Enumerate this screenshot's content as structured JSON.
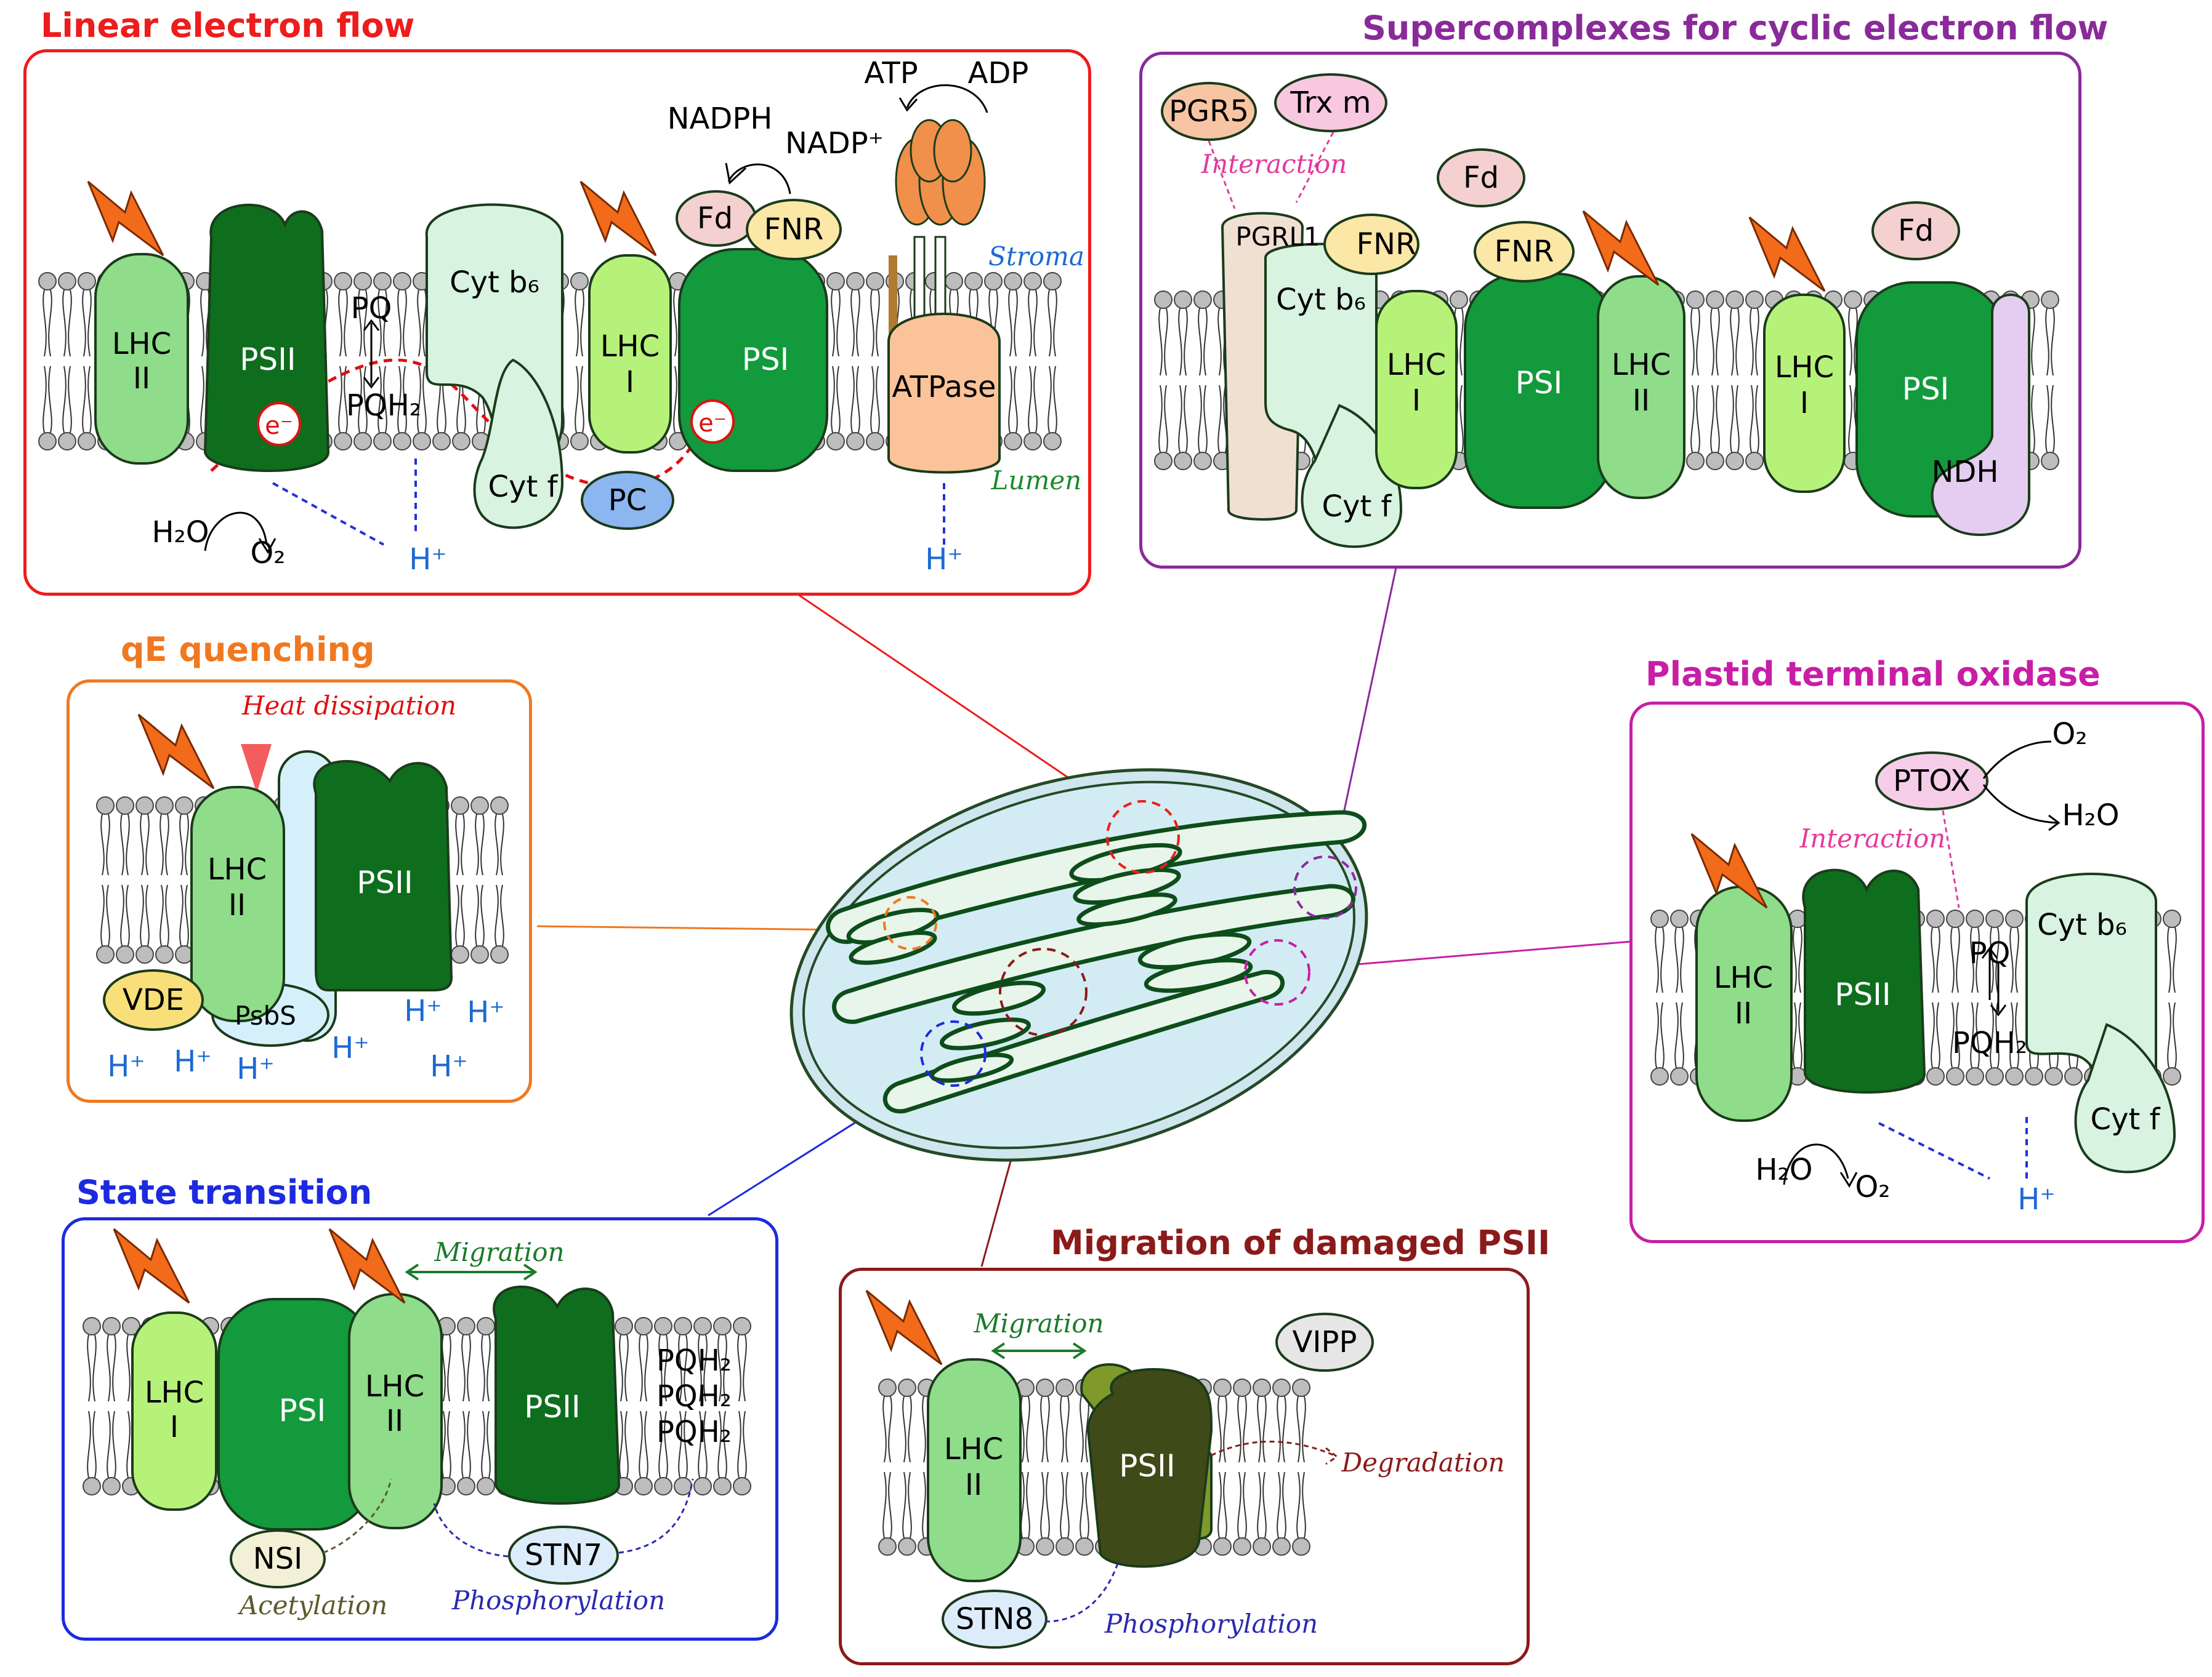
{
  "panels": {
    "linear": {
      "title": "Linear electron flow",
      "color": "#ee1c1c",
      "labels": {
        "lhcii": [
          "LHC",
          "II"
        ],
        "psii": "PSII",
        "pq": "PQ",
        "pqh2": "PQH₂",
        "cytb6": "Cyt b₆",
        "cytf": "Cyt f",
        "lhci": [
          "LHC",
          "I"
        ],
        "psi": "PSI",
        "fd": "Fd",
        "fnr": "FNR",
        "atpase": "ATPase",
        "pc": "PC",
        "electron": "e⁻",
        "nadph": "NADPH",
        "nadp": "NADP⁺",
        "atp": "ATP",
        "adp": "ADP",
        "stroma": "Stroma",
        "lumen": "Lumen",
        "h2o": "H₂O",
        "o2": "O₂",
        "hplus": "H⁺"
      }
    },
    "cyclic": {
      "title": "Supercomplexes for cyclic electron flow",
      "color": "#8a2a9a",
      "labels": {
        "pgr5": "PGR5",
        "trxm": "Trx m",
        "interaction": "Interaction",
        "fd": "Fd",
        "pgrl1": "PGRL1",
        "fnr": "FNR",
        "cytb6": "Cyt b₆",
        "cytf": "Cyt f",
        "lhci": [
          "LHC",
          "I"
        ],
        "psi": "PSI",
        "lhcii": [
          "LHC",
          "II"
        ],
        "ndh": "NDH"
      }
    },
    "qe": {
      "title": "qE quenching",
      "color": "#f07820",
      "labels": {
        "heat": "Heat dissipation",
        "lhcii": [
          "LHC",
          "II"
        ],
        "psii": "PSII",
        "vde": "VDE",
        "psbs": "PsbS",
        "hplus": "H⁺"
      }
    },
    "ptox": {
      "title": "Plastid terminal oxidase",
      "color": "#c81ea6",
      "labels": {
        "ptox": "PTOX",
        "o2": "O₂",
        "h2o": "H₂O",
        "interaction": "Interaction",
        "lhcii": [
          "LHC",
          "II"
        ],
        "psii": "PSII",
        "pq": "PQ",
        "pqh2": "PQH₂",
        "cytb6": "Cyt b₆",
        "cytf": "Cyt f",
        "hplus": "H⁺"
      }
    },
    "state": {
      "title": "State transition",
      "color": "#1c2ae0",
      "labels": {
        "migration": "Migration",
        "lhci": [
          "LHC",
          "I"
        ],
        "psi": "PSI",
        "lhcii": [
          "LHC",
          "II"
        ],
        "psii": "PSII",
        "pqh2": "PQH₂",
        "nsi": "NSI",
        "stn7": "STN7",
        "acetylation": "Acetylation",
        "phosphorylation": "Phosphorylation"
      }
    },
    "migration": {
      "title": "Migration of damaged PSII",
      "color": "#8b1a1a",
      "labels": {
        "migration": "Migration",
        "vipp": "VIPP",
        "lhcii": [
          "LHC",
          "II"
        ],
        "psii": "PSII",
        "degradation": "Degradation",
        "stn8": "STN8",
        "phosphorylation": "Phosphorylation"
      }
    }
  },
  "colors": {
    "lhc_light": "#8fdc8a",
    "lhci": "#b6f27a",
    "psii": "#0e6e1e",
    "psi": "#129a3c",
    "cyt": "#d8f3e0",
    "fd": "#f4d0d0",
    "fnr": "#fbe7a6",
    "pc": "#8cb6f0",
    "atpase": "#fbc39a",
    "atp_head": "#f0904a",
    "vde": "#f9df7a",
    "psbs": "#d6f0fb",
    "pgr5": "#f7c5a3",
    "trx": "#f8c8e0",
    "pgrl1": "#f0e0d2",
    "ndh": "#e4cdf0",
    "ptox": "#f6cde8",
    "nsi": "#f3f0d8",
    "stn": "#dcecfb",
    "vipp": "#e6e6e6",
    "damaged_psii": "#3f4a18",
    "damaged_psii_light": "#7f9a2a",
    "chloroplast": "#d3ecf3",
    "thylakoid": "#0d4d1a",
    "lightning": "#f26b1a"
  }
}
